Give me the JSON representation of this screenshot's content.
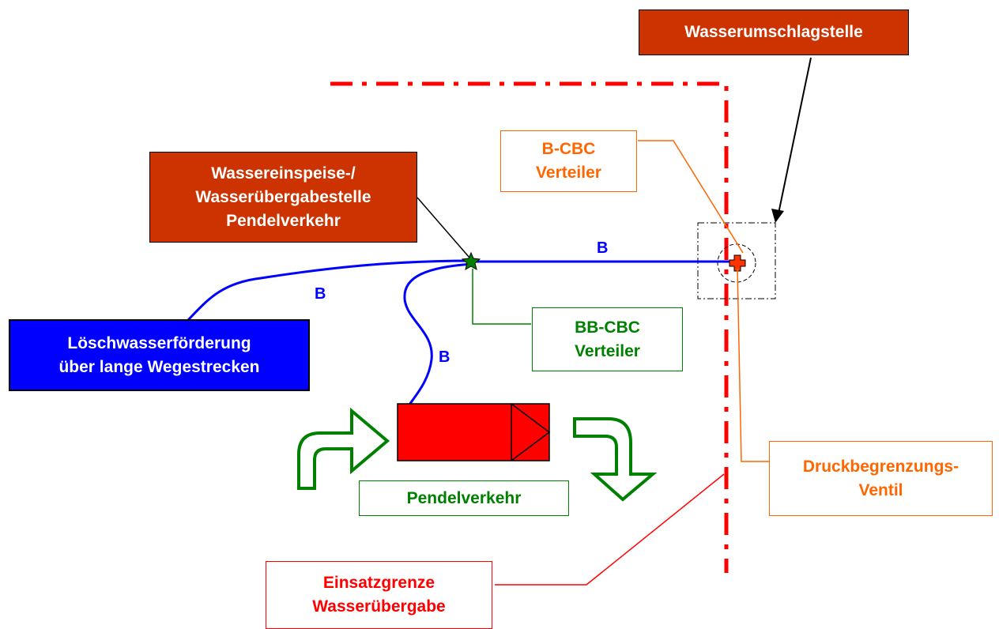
{
  "colors": {
    "box_dark_red": "#cc3300",
    "hose_blue": "#0000ff",
    "boundary_red": "#ff0000",
    "label_orange": "#ff6600",
    "label_green": "#008000",
    "vehicle_red": "#ff0000"
  },
  "labels": {
    "wasserumschlagstelle": "Wasserumschlagstelle",
    "einspeise": [
      "Wassereinspeise-/",
      "Wasserübergabestelle",
      "Pendelverkehr"
    ],
    "bcbc": [
      "B-CBC",
      "Verteiler"
    ],
    "bbcbc": [
      "BB-CBC",
      "Verteiler"
    ],
    "loeschwasser": [
      "Löschwasserförderung",
      "über lange Wegestrecken"
    ],
    "pendelverkehr": "Pendelverkehr",
    "druckbegrenzung": [
      "Druckbegrenzungs-",
      "Ventil"
    ],
    "einsatzgrenze": [
      "Einsatzgrenze",
      "Wasserübergabe"
    ]
  },
  "hose_labels": {
    "right": "B",
    "left": "B",
    "lower": "B"
  }
}
